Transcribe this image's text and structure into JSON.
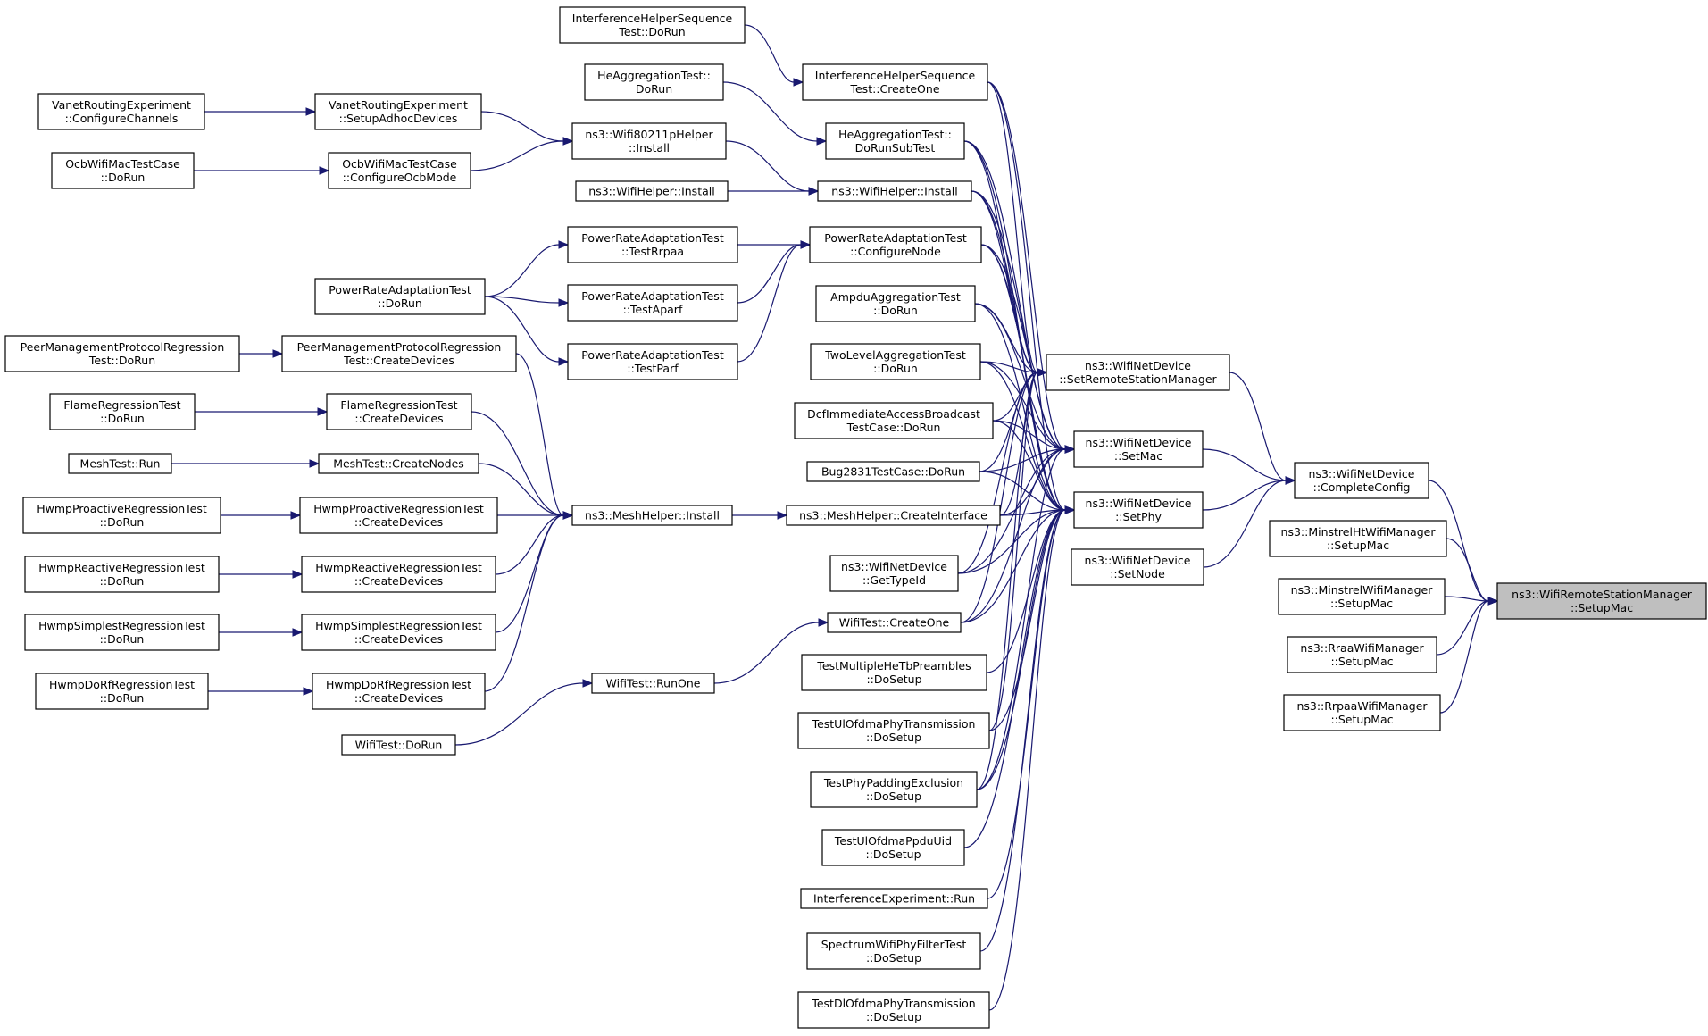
{
  "graph": {
    "colors": {
      "edge": "#191970",
      "root_fill": "#bfbfbf",
      "node_fill": "#ffffff",
      "border": "#000000"
    },
    "nodes": [
      {
        "id": "setupmac",
        "lines": [
          "ns3::WifiRemoteStationManager",
          "::SetupMac"
        ],
        "root": true
      },
      {
        "id": "completeconfig",
        "lines": [
          "ns3::WifiNetDevice",
          "::CompleteConfig"
        ]
      },
      {
        "id": "minstrelht",
        "lines": [
          "ns3::MinstrelHtWifiManager",
          "::SetupMac"
        ]
      },
      {
        "id": "minstrel",
        "lines": [
          "ns3::MinstrelWifiManager",
          "::SetupMac"
        ]
      },
      {
        "id": "rraa",
        "lines": [
          "ns3::RraaWifiManager",
          "::SetupMac"
        ]
      },
      {
        "id": "rrpaa",
        "lines": [
          "ns3::RrpaaWifiManager",
          "::SetupMac"
        ]
      },
      {
        "id": "setrsm",
        "lines": [
          "ns3::WifiNetDevice",
          "::SetRemoteStationManager"
        ]
      },
      {
        "id": "setmac",
        "lines": [
          "ns3::WifiNetDevice",
          "::SetMac"
        ]
      },
      {
        "id": "setphy",
        "lines": [
          "ns3::WifiNetDevice",
          "::SetPhy"
        ]
      },
      {
        "id": "setnode",
        "lines": [
          "ns3::WifiNetDevice",
          "::SetNode"
        ]
      },
      {
        "id": "ihs_createone",
        "lines": [
          "InterferenceHelperSequence",
          "Test::CreateOne"
        ]
      },
      {
        "id": "ihs_dorun",
        "lines": [
          "InterferenceHelperSequence",
          "Test::DoRun"
        ]
      },
      {
        "id": "heagg_subtest",
        "lines": [
          "HeAggregationTest::",
          "DoRunSubTest"
        ]
      },
      {
        "id": "heagg_dorun",
        "lines": [
          "HeAggregationTest::",
          "DoRun"
        ]
      },
      {
        "id": "wifihelper_install",
        "lines": [
          "ns3::WifiHelper::Install"
        ]
      },
      {
        "id": "wifihelper_install2",
        "lines": [
          "ns3::WifiHelper::Install"
        ]
      },
      {
        "id": "wifi80211p",
        "lines": [
          "ns3::Wifi80211pHelper",
          "::Install"
        ]
      },
      {
        "id": "vanet_setup",
        "lines": [
          "VanetRoutingExperiment",
          "::SetupAdhocDevices"
        ]
      },
      {
        "id": "vanet_config",
        "lines": [
          "VanetRoutingExperiment",
          "::ConfigureChannels"
        ]
      },
      {
        "id": "ocb_configure",
        "lines": [
          "OcbWifiMacTestCase",
          "::ConfigureOcbMode"
        ]
      },
      {
        "id": "ocb_dorun",
        "lines": [
          "OcbWifiMacTestCase",
          "::DoRun"
        ]
      },
      {
        "id": "pra_confignode",
        "lines": [
          "PowerRateAdaptationTest",
          "::ConfigureNode"
        ]
      },
      {
        "id": "pra_testrrpaa",
        "lines": [
          "PowerRateAdaptationTest",
          "::TestRrpaa"
        ]
      },
      {
        "id": "pra_testaparf",
        "lines": [
          "PowerRateAdaptationTest",
          "::TestAparf"
        ]
      },
      {
        "id": "pra_testparf",
        "lines": [
          "PowerRateAdaptationTest",
          "::TestParf"
        ]
      },
      {
        "id": "pra_dorun",
        "lines": [
          "PowerRateAdaptationTest",
          "::DoRun"
        ]
      },
      {
        "id": "ampdu_dorun",
        "lines": [
          "AmpduAggregationTest",
          "::DoRun"
        ]
      },
      {
        "id": "twolevel_dorun",
        "lines": [
          "TwoLevelAggregationTest",
          "::DoRun"
        ]
      },
      {
        "id": "dcf_dorun",
        "lines": [
          "DcfImmediateAccessBroadcast",
          "TestCase::DoRun"
        ]
      },
      {
        "id": "bug2831",
        "lines": [
          "Bug2831TestCase::DoRun"
        ]
      },
      {
        "id": "mesh_createiface",
        "lines": [
          "ns3::MeshHelper::CreateInterface"
        ]
      },
      {
        "id": "mesh_install",
        "lines": [
          "ns3::MeshHelper::Install"
        ]
      },
      {
        "id": "gettypeid",
        "lines": [
          "ns3::WifiNetDevice",
          "::GetTypeId"
        ]
      },
      {
        "id": "wifitest_createone",
        "lines": [
          "WifiTest::CreateOne"
        ]
      },
      {
        "id": "wifitest_runone",
        "lines": [
          "WifiTest::RunOne"
        ]
      },
      {
        "id": "wifitest_dorun",
        "lines": [
          "WifiTest::DoRun"
        ]
      },
      {
        "id": "tmhtp",
        "lines": [
          "TestMultipleHeTbPreambles",
          "::DoSetup"
        ]
      },
      {
        "id": "tulofdma_tx",
        "lines": [
          "TestUlOfdmaPhyTransmission",
          "::DoSetup"
        ]
      },
      {
        "id": "tphypad",
        "lines": [
          "TestPhyPaddingExclusion",
          "::DoSetup"
        ]
      },
      {
        "id": "tulppdu",
        "lines": [
          "TestUlOfdmaPpduUid",
          "::DoSetup"
        ]
      },
      {
        "id": "interf_run",
        "lines": [
          "InterferenceExperiment::Run"
        ]
      },
      {
        "id": "spectrum",
        "lines": [
          "SpectrumWifiPhyFilterTest",
          "::DoSetup"
        ]
      },
      {
        "id": "tdlofdma",
        "lines": [
          "TestDlOfdmaPhyTransmission",
          "::DoSetup"
        ]
      },
      {
        "id": "pmp_create",
        "lines": [
          "PeerManagementProtocolRegression",
          "Test::CreateDevices"
        ]
      },
      {
        "id": "pmp_dorun",
        "lines": [
          "PeerManagementProtocolRegression",
          "Test::DoRun"
        ]
      },
      {
        "id": "flame_create",
        "lines": [
          "FlameRegressionTest",
          "::CreateDevices"
        ]
      },
      {
        "id": "flame_dorun",
        "lines": [
          "FlameRegressionTest",
          "::DoRun"
        ]
      },
      {
        "id": "meshtest_create",
        "lines": [
          "MeshTest::CreateNodes"
        ]
      },
      {
        "id": "meshtest_run",
        "lines": [
          "MeshTest::Run"
        ]
      },
      {
        "id": "hpro_create",
        "lines": [
          "HwmpProactiveRegressionTest",
          "::CreateDevices"
        ]
      },
      {
        "id": "hpro_dorun",
        "lines": [
          "HwmpProactiveRegressionTest",
          "::DoRun"
        ]
      },
      {
        "id": "hrea_create",
        "lines": [
          "HwmpReactiveRegressionTest",
          "::CreateDevices"
        ]
      },
      {
        "id": "hrea_dorun",
        "lines": [
          "HwmpReactiveRegressionTest",
          "::DoRun"
        ]
      },
      {
        "id": "hsim_create",
        "lines": [
          "HwmpSimplestRegressionTest",
          "::CreateDevices"
        ]
      },
      {
        "id": "hsim_dorun",
        "lines": [
          "HwmpSimplestRegressionTest",
          "::DoRun"
        ]
      },
      {
        "id": "hdorf_create",
        "lines": [
          "HwmpDoRfRegressionTest",
          "::CreateDevices"
        ]
      },
      {
        "id": "hdorf_dorun",
        "lines": [
          "HwmpDoRfRegressionTest",
          "::DoRun"
        ]
      }
    ],
    "edges": [
      [
        "completeconfig",
        "setupmac"
      ],
      [
        "minstrelht",
        "setupmac"
      ],
      [
        "minstrel",
        "setupmac"
      ],
      [
        "rraa",
        "setupmac"
      ],
      [
        "rrpaa",
        "setupmac"
      ],
      [
        "setrsm",
        "completeconfig"
      ],
      [
        "setmac",
        "completeconfig"
      ],
      [
        "setphy",
        "completeconfig"
      ],
      [
        "setnode",
        "completeconfig"
      ],
      [
        "ihs_createone",
        "setrsm"
      ],
      [
        "heagg_subtest",
        "setrsm"
      ],
      [
        "wifihelper_install",
        "setrsm"
      ],
      [
        "pra_confignode",
        "setrsm"
      ],
      [
        "ampdu_dorun",
        "setrsm"
      ],
      [
        "twolevel_dorun",
        "setrsm"
      ],
      [
        "dcf_dorun",
        "setrsm"
      ],
      [
        "bug2831",
        "setrsm"
      ],
      [
        "mesh_createiface",
        "setrsm"
      ],
      [
        "gettypeid",
        "setrsm"
      ],
      [
        "wifitest_createone",
        "setrsm"
      ],
      [
        "tulofdma_tx",
        "setrsm"
      ],
      [
        "tphypad",
        "setrsm"
      ],
      [
        "ihs_createone",
        "setmac"
      ],
      [
        "heagg_subtest",
        "setmac"
      ],
      [
        "wifihelper_install",
        "setmac"
      ],
      [
        "pra_confignode",
        "setmac"
      ],
      [
        "ampdu_dorun",
        "setmac"
      ],
      [
        "twolevel_dorun",
        "setmac"
      ],
      [
        "dcf_dorun",
        "setmac"
      ],
      [
        "bug2831",
        "setmac"
      ],
      [
        "mesh_createiface",
        "setmac"
      ],
      [
        "gettypeid",
        "setmac"
      ],
      [
        "wifitest_createone",
        "setmac"
      ],
      [
        "tphypad",
        "setmac"
      ],
      [
        "ihs_createone",
        "setphy"
      ],
      [
        "heagg_subtest",
        "setphy"
      ],
      [
        "wifihelper_install",
        "setphy"
      ],
      [
        "pra_confignode",
        "setphy"
      ],
      [
        "ampdu_dorun",
        "setphy"
      ],
      [
        "twolevel_dorun",
        "setphy"
      ],
      [
        "dcf_dorun",
        "setphy"
      ],
      [
        "bug2831",
        "setphy"
      ],
      [
        "mesh_createiface",
        "setphy"
      ],
      [
        "gettypeid",
        "setphy"
      ],
      [
        "wifitest_createone",
        "setphy"
      ],
      [
        "tmhtp",
        "setphy"
      ],
      [
        "tulofdma_tx",
        "setphy"
      ],
      [
        "tphypad",
        "setphy"
      ],
      [
        "tulppdu",
        "setphy"
      ],
      [
        "interf_run",
        "setphy"
      ],
      [
        "spectrum",
        "setphy"
      ],
      [
        "tdlofdma",
        "setphy"
      ],
      [
        "ihs_dorun",
        "ihs_createone"
      ],
      [
        "heagg_dorun",
        "heagg_subtest"
      ],
      [
        "wifihelper_install2",
        "wifihelper_install"
      ],
      [
        "wifi80211p",
        "wifihelper_install"
      ],
      [
        "vanet_setup",
        "wifi80211p"
      ],
      [
        "ocb_configure",
        "wifi80211p"
      ],
      [
        "vanet_config",
        "vanet_setup"
      ],
      [
        "ocb_dorun",
        "ocb_configure"
      ],
      [
        "pra_testrrpaa",
        "pra_confignode"
      ],
      [
        "pra_testaparf",
        "pra_confignode"
      ],
      [
        "pra_testparf",
        "pra_confignode"
      ],
      [
        "pra_dorun",
        "pra_testrrpaa"
      ],
      [
        "pra_dorun",
        "pra_testaparf"
      ],
      [
        "pra_dorun",
        "pra_testparf"
      ],
      [
        "mesh_install",
        "mesh_createiface"
      ],
      [
        "wifitest_runone",
        "wifitest_createone"
      ],
      [
        "wifitest_dorun",
        "wifitest_runone"
      ],
      [
        "pmp_create",
        "mesh_install"
      ],
      [
        "flame_create",
        "mesh_install"
      ],
      [
        "meshtest_create",
        "mesh_install"
      ],
      [
        "hpro_create",
        "mesh_install"
      ],
      [
        "hrea_create",
        "mesh_install"
      ],
      [
        "hsim_create",
        "mesh_install"
      ],
      [
        "hdorf_create",
        "mesh_install"
      ],
      [
        "pmp_dorun",
        "pmp_create"
      ],
      [
        "flame_dorun",
        "flame_create"
      ],
      [
        "meshtest_run",
        "meshtest_create"
      ],
      [
        "hpro_dorun",
        "hpro_create"
      ],
      [
        "hrea_dorun",
        "hrea_create"
      ],
      [
        "hsim_dorun",
        "hsim_create"
      ],
      [
        "hdorf_dorun",
        "hdorf_create"
      ]
    ]
  }
}
